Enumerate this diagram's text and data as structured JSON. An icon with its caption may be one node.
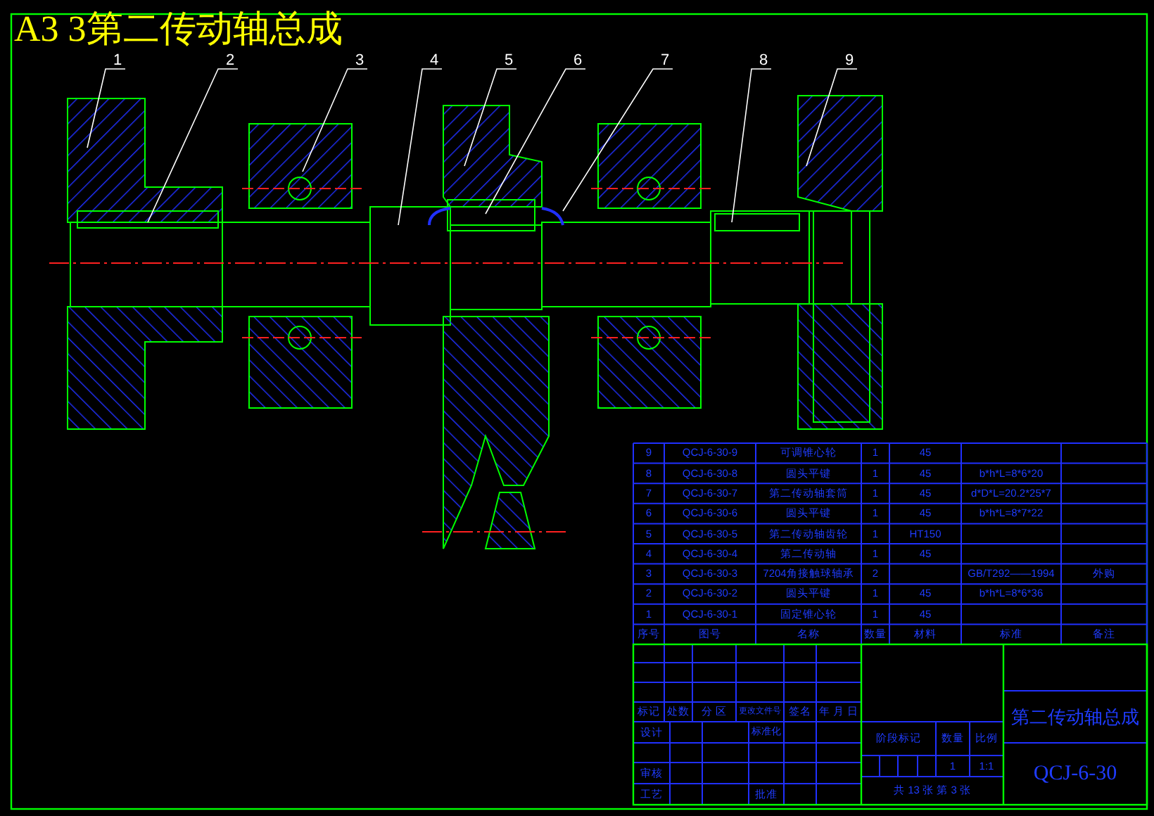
{
  "diagram": {
    "title": "A3 3第二传动轴总成",
    "nodes": [
      {
        "text": [
          "1"
        ]
      },
      {
        "text": [
          "2"
        ]
      },
      {
        "text": [
          "3"
        ]
      },
      {
        "text": [
          "4"
        ]
      },
      {
        "text": [
          "5"
        ]
      },
      {
        "text": [
          "6"
        ]
      },
      {
        "text": [
          "7"
        ]
      },
      {
        "text": [
          "8"
        ]
      },
      {
        "text": [
          "9"
        ]
      }
    ],
    "edges": [
      {
        "from": 0,
        "to": null,
        "arrow": "none"
      },
      {
        "from": 1,
        "to": null,
        "arrow": "none"
      },
      {
        "from": 2,
        "to": null,
        "arrow": "none"
      },
      {
        "from": 3,
        "to": null,
        "arrow": "none"
      },
      {
        "from": 4,
        "to": null,
        "arrow": "none"
      },
      {
        "from": 5,
        "to": null,
        "arrow": "none"
      },
      {
        "from": 6,
        "to": null,
        "arrow": "none"
      },
      {
        "from": 7,
        "to": null,
        "arrow": "none"
      },
      {
        "from": 8,
        "to": null,
        "arrow": "none"
      }
    ],
    "labels": [
      "9",
      "QCJ-6-30-9",
      "可调锥心轮",
      "1",
      "45",
      "8",
      "QCJ-6-30-8",
      "圆头平键",
      "1",
      "45",
      "b*h*L=8*6*20",
      "7",
      "QCJ-6-30-7",
      "第二传动轴套筒",
      "1",
      "45",
      "d*D*L=20.2*25*7",
      "6",
      "QCJ-6-30-6",
      "圆头平键",
      "1",
      "45",
      "b*h*L=8*7*22",
      "5",
      "QCJ-6-30-5",
      "第二传动轴齿轮",
      "1",
      "HT150",
      "4",
      "QCJ-6-30-4",
      "第二传动轴",
      "1",
      "45",
      "3",
      "QCJ-6-30-3",
      "7204角接触球轴承",
      "2",
      "GB/T292——1994",
      "外购",
      "2",
      "QCJ-6-30-2",
      "圆头平键",
      "1",
      "45",
      "b*h*L=8*6*36",
      "1",
      "QCJ-6-30-1",
      "固定锥心轮",
      "1",
      "45",
      "序号",
      "图号",
      "名称",
      "数量",
      "材料",
      "标准",
      "备注",
      "标记",
      "处数",
      "分 区",
      "更改文件号",
      "签名",
      "年 月 日",
      "设计",
      "标准化",
      "阶段标记",
      "数量",
      "比例",
      "第二传动轴总成",
      "1",
      "1:1",
      "审核",
      "QCJ-6-30",
      "工艺",
      "批准",
      "共 13 张  第 3 张"
    ]
  }
}
